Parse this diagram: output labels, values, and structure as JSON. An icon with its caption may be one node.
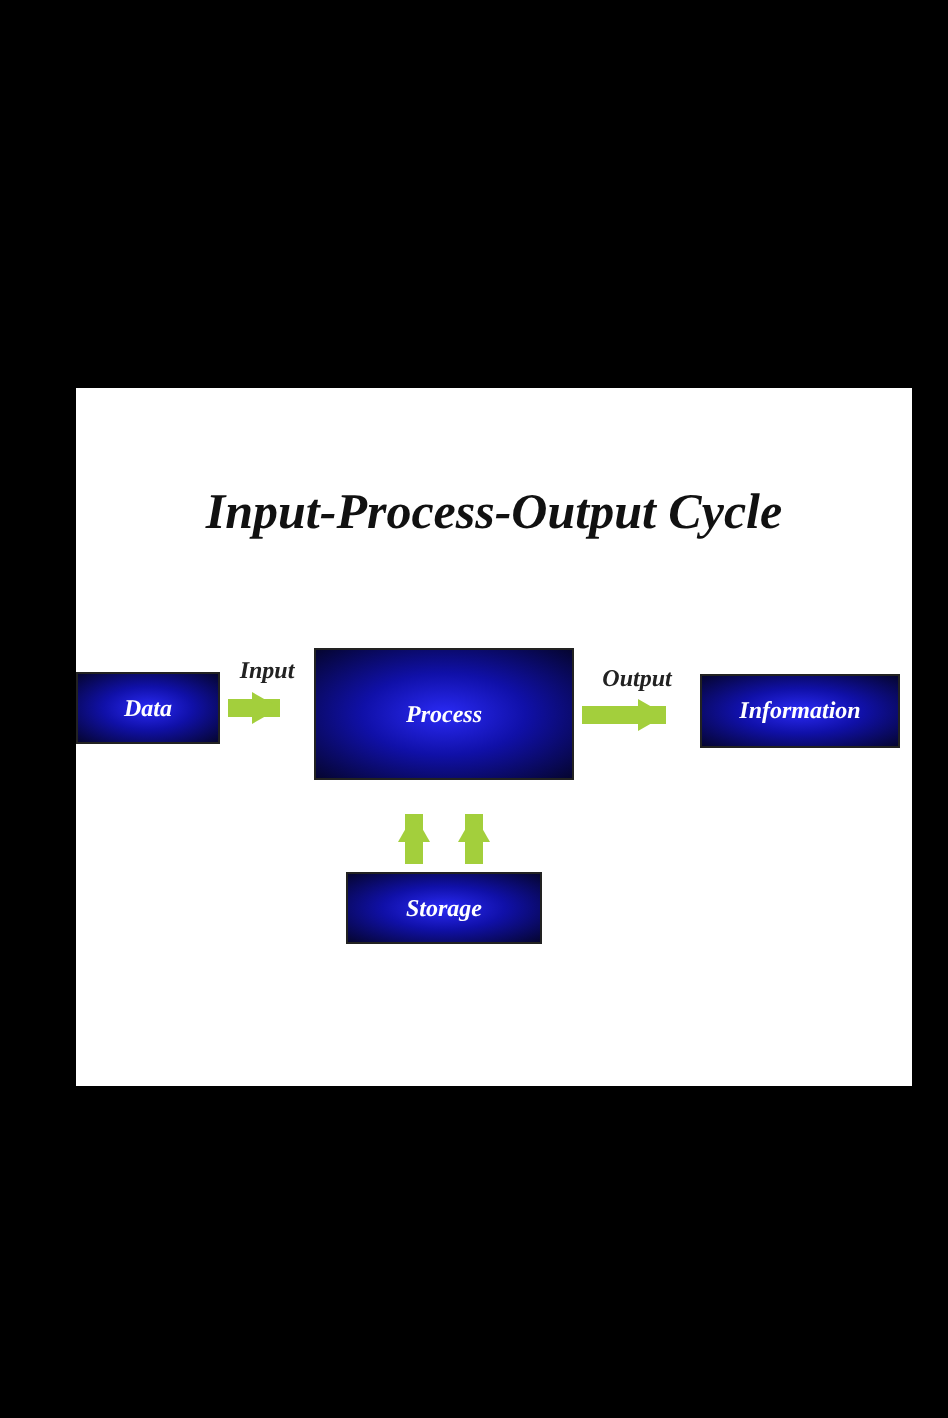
{
  "diagram": {
    "title": "Input-Process-Output Cycle",
    "nodes": [
      {
        "text": [
          "Data"
        ]
      },
      {
        "text": [
          "Process"
        ]
      },
      {
        "text": [
          "Information"
        ]
      },
      {
        "text": [
          "Storage"
        ]
      }
    ],
    "edges": [
      {
        "from": 0,
        "to": 1,
        "arrow": "to",
        "label": "Input"
      },
      {
        "from": 1,
        "to": 2,
        "arrow": "to",
        "label": "Output"
      },
      {
        "from": 3,
        "to": 1,
        "arrow": "to"
      },
      {
        "from": 3,
        "to": 1,
        "arrow": "to"
      }
    ]
  }
}
